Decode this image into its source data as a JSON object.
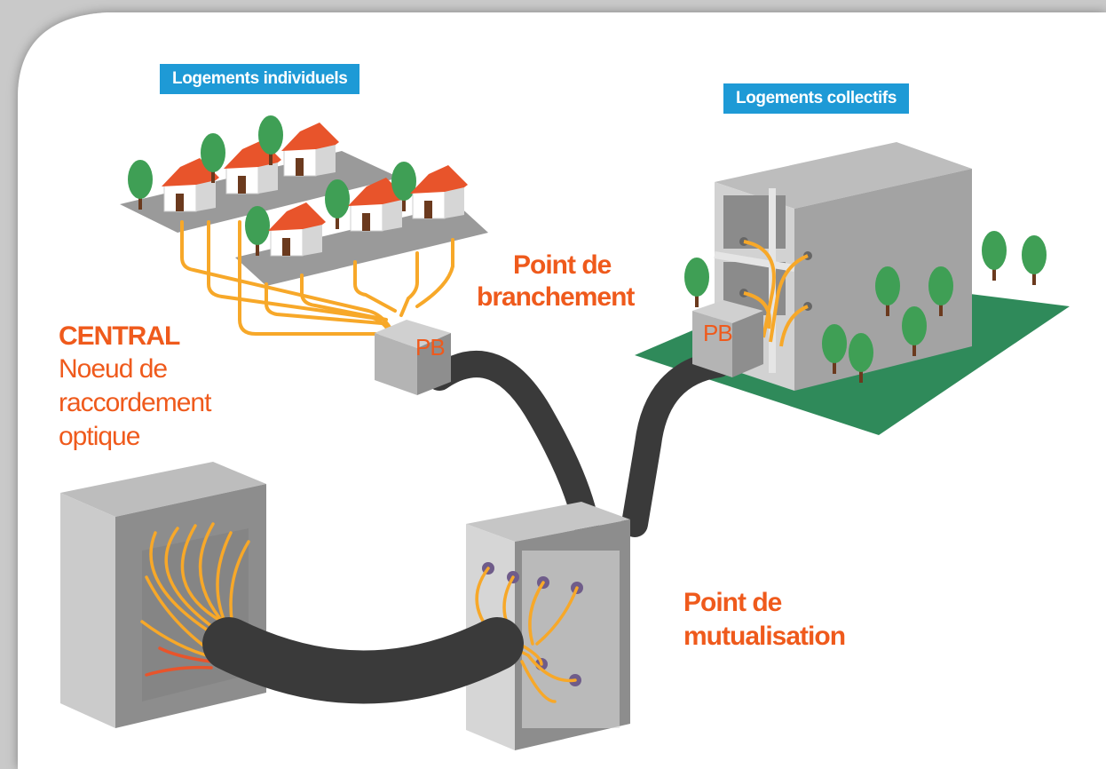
{
  "labels": {
    "individual_housing": "Logements individuels",
    "collective_housing": "Logements collectifs",
    "branch_point_line1": "Point de",
    "branch_point_line2": "branchement",
    "central_title": "CENTRAL",
    "central_line1": "Noeud de",
    "central_line2": "raccordement",
    "central_line3": "optique",
    "pooling_point_line1": "Point de",
    "pooling_point_line2": "mutualisation",
    "pb_left": "PB",
    "pb_right": "PB"
  },
  "colors": {
    "label_blue": "#1e9ad6",
    "label_orange": "#ef5a1c",
    "fiber_orange": "#f7a829",
    "cable_dark": "#3a3a3a",
    "box_grey": "#a9a9a9",
    "lawn_green": "#2f8a5a",
    "tree_green": "#3f9f55",
    "roof_red": "#e8542b"
  },
  "icons": [
    "house-icon",
    "tree-icon",
    "building-icon",
    "box-icon",
    "cable-icon",
    "connector-icon"
  ]
}
